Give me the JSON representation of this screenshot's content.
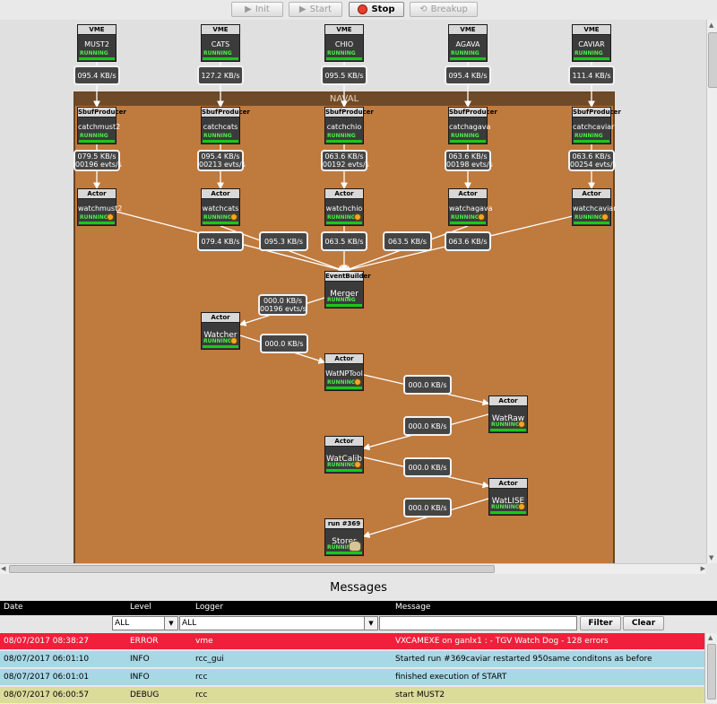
{
  "toolbar": {
    "init": "Init",
    "start": "Start",
    "stop": "Stop",
    "breakup": "Breakup"
  },
  "group": {
    "title": "NAVAL"
  },
  "vme": [
    {
      "header": "VME",
      "name": "MUST2",
      "status": "RUNNING"
    },
    {
      "header": "VME",
      "name": "CATS",
      "status": "RUNNING"
    },
    {
      "header": "VME",
      "name": "CHIO",
      "status": "RUNNING"
    },
    {
      "header": "VME",
      "name": "AGAVA",
      "status": "RUNNING"
    },
    {
      "header": "VME",
      "name": "CAVIAR",
      "status": "RUNNING"
    }
  ],
  "vme_rates": [
    "095.4 KB/s",
    "127.2 KB/s",
    "095.5 KB/s",
    "095.4 KB/s",
    "111.4 KB/s"
  ],
  "producers": [
    {
      "header": "SbufProducer",
      "name": "catchmust2",
      "status": "RUNNING"
    },
    {
      "header": "SbufProducer",
      "name": "catchcats",
      "status": "RUNNING"
    },
    {
      "header": "SbufProducer",
      "name": "catchchio",
      "status": "RUNNING"
    },
    {
      "header": "SbufProducer",
      "name": "catchagava",
      "status": "RUNNING"
    },
    {
      "header": "SbufProducer",
      "name": "catchcaviar",
      "status": "RUNNING"
    }
  ],
  "producer_rates": [
    [
      "079.5 KB/s",
      "00196 evts/s"
    ],
    [
      "095.4 KB/s",
      "00213 evts/s"
    ],
    [
      "063.6 KB/s",
      "00192 evts/s"
    ],
    [
      "063.6 KB/s",
      "00198 evts/s"
    ],
    [
      "063.6 KB/s",
      "00254 evts/s"
    ]
  ],
  "actors": [
    {
      "header": "Actor",
      "name": "watchmust2",
      "status": "RUNNING"
    },
    {
      "header": "Actor",
      "name": "watchcats",
      "status": "RUNNING"
    },
    {
      "header": "Actor",
      "name": "watchchio",
      "status": "RUNNING"
    },
    {
      "header": "Actor",
      "name": "watchagava",
      "status": "RUNNING"
    },
    {
      "header": "Actor",
      "name": "watchcaviar",
      "status": "RUNNING"
    }
  ],
  "merge_rates": [
    "079.4 KB/s",
    "095.3 KB/s",
    "063.5 KB/s",
    "063.5 KB/s",
    "063.6 KB/s"
  ],
  "merger": {
    "header": "EventBuilder",
    "name": "Merger",
    "status": "RUNNING"
  },
  "merger_rate": [
    "000.0 KB/s",
    "00196 evts/s"
  ],
  "watcher": {
    "header": "Actor",
    "name": "Watcher",
    "status": "RUNNING"
  },
  "watcher_rate": "000.0 KB/s",
  "watnptool": {
    "header": "Actor",
    "name": "WatNPTool",
    "status": "RUNNING"
  },
  "watnptool_rate": "000.0 KB/s",
  "watraw": {
    "header": "Actor",
    "name": "WatRaw",
    "status": "RUNNING"
  },
  "watraw_rate": "000.0 KB/s",
  "watcalib": {
    "header": "Actor",
    "name": "WatCalib",
    "status": "RUNNING"
  },
  "watcalib_rate": "000.0 KB/s",
  "watlise": {
    "header": "Actor",
    "name": "WatLISE",
    "status": "RUNNING"
  },
  "watlise_rate": "000.0 KB/s",
  "storer": {
    "header": "run #369",
    "name": "Storer",
    "status": "RUNNING"
  },
  "messages": {
    "title": "Messages",
    "columns": {
      "date": "Date",
      "level": "Level",
      "logger": "Logger",
      "message": "Message"
    },
    "level_filter": "ALL",
    "logger_filter": "ALL",
    "message_filter": "",
    "filter_button": "Filter",
    "clear_button": "Clear",
    "rows": [
      {
        "date": "08/07/2017 08:38:27",
        "level": "ERROR",
        "logger": "vme",
        "message": "VXCAMEXE on ganlx1 :  - TGV Watch Dog - 128 errors"
      },
      {
        "date": "08/07/2017 06:01:10",
        "level": "INFO",
        "logger": "rcc_gui",
        "message": "Started run #369caviar restarted 950same conditons as before"
      },
      {
        "date": "08/07/2017 06:01:01",
        "level": "INFO",
        "logger": "rcc",
        "message": "finished execution of START"
      },
      {
        "date": "08/07/2017 06:00:57",
        "level": "DEBUG",
        "logger": "rcc",
        "message": "start MUST2"
      }
    ]
  },
  "colors": {
    "group_fill": "#bf7a3e",
    "node_fill": "#3b3b3b",
    "running_bar": "#18c818",
    "error_row": "#f0203c",
    "info_row": "#a8d7e6",
    "debug_row": "#dcdc9a"
  },
  "icons": {
    "init": "play-icon",
    "start": "play-icon",
    "stop": "stop-icon",
    "breakup": "breakup-icon",
    "actor_badge": "watcher-face-icon",
    "storer_badge": "storer-face-icon"
  }
}
